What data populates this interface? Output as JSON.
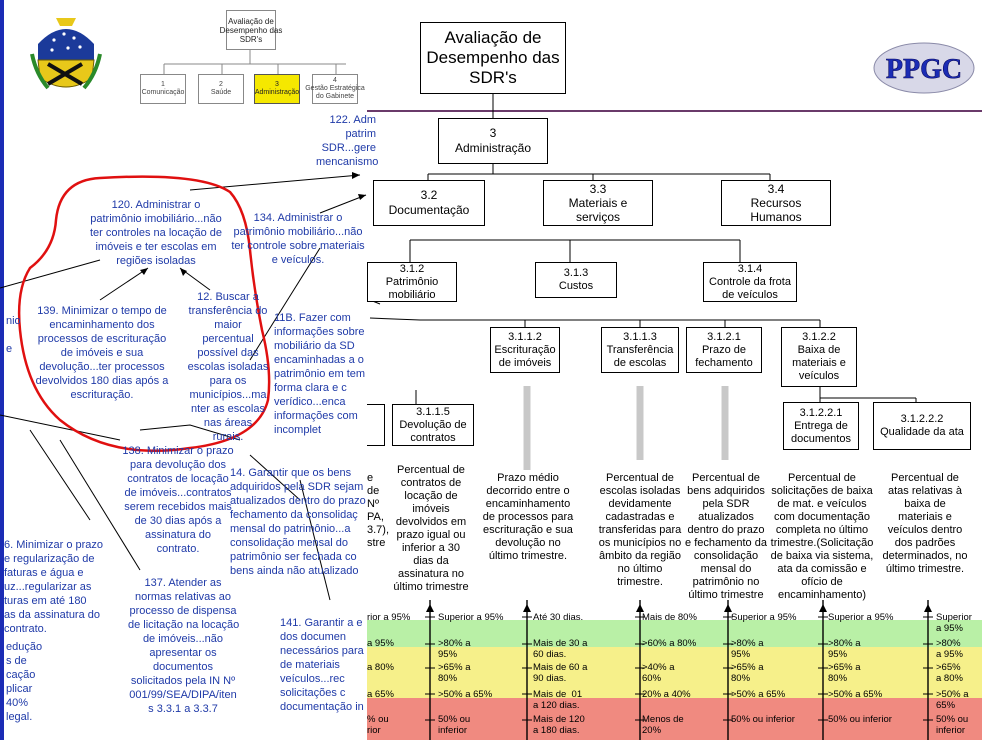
{
  "header": {
    "mini_title": "Avaliação de\nDesempenho das\nSDR's",
    "mini_items": [
      {
        "label": "1\nComunicação",
        "highlight": false
      },
      {
        "label": "2\nSaúde",
        "highlight": false
      },
      {
        "label": "3\nAdministração",
        "highlight": true
      },
      {
        "label": "4\nGestão Estratégica\ndo Gabinete",
        "highlight": false
      }
    ],
    "logo_ppgc": "PPGC"
  },
  "left_panel": {
    "n122": "122. Adm\npatrim\nSDR...gere\nmencanismo",
    "n120": "120. Administrar o\npatrimônio imobiliário...não\nter controles na locação de\nimóveis e ter escolas em\nregiões isoladas",
    "n134": "134. Administrar o\npatrimônio mobiliário...não\nter controle sobre materiais\ne veículos.",
    "n139": "139. Minimizar o tempo de\nencaminhamento dos\nprocessos de escrituração\nde imóveis e sua\ndevolução...ter processos\ndevolvidos 180 dias após a\nescrituração.",
    "n12": "12. Buscar a\ntransferência do\nmaior\npercentual\npossível das\nescolas isoladas\npara os\nmunicípios...ma\nnter as escolas\nnas áreas\nrurais.",
    "n11b": "11B. Fazer com\ninformações sobre\nmobiliário da SD\nencaminhadas a o\npatrimônio em tem\nforma clara e c\nverídico...enca\ninformações com\nincomplet",
    "left_edge_a": "nio\n\ne",
    "n138": "138. Minimizar o prazo\npara devolução dos\ncontratos de locação\nde imóveis...contratos\nserem recebidos mais\nde 30 dias após a\nassinatura do\ncontrato.",
    "n14": "14. Garantir que os bens\nadquiridos pela SDR sejam\natualizados dentro do prazo\nfechamento da consolidaç\nmensal do patrimônio...a\nconsolidação mensal do\npatrimônio ser fechada co\nbens ainda não atualizado",
    "n6": "6. Minimizar o prazo\ne regularização de\nfaturas e água e\nuz...regularizar as\nturas em até 180\nas da assinatura do\ncontrato.",
    "n137": "137. Atender as\nnormas relativas ao\nprocesso de dispensa\nde licitação na locação\nde imóveis...não\napresentar os\ndocumentos\nsolicitados pela IN Nº\n001/99/SEA/DIPA/iten\ns 3.3.1 a 3.3.7",
    "n141": "141. Garantir a e\ndos documen\nnecessários para\nde materiais\nveículos...rec\nsolicitações c\ndocumentação in",
    "left_edge_b": "edução\ns de\ncação\nplicar\n40%\nlegal."
  },
  "tree": {
    "root": "Avaliação de\nDesempenho das\nSDR's",
    "admin": "3\nAdministração",
    "n32": "3.2\nDocumentação",
    "n33": "3.3\nMateriais e\nserviços",
    "n34": "3.4\nRecursos\nHumanos",
    "n312": "3.1.2\nPatrimônio\nmobiliário",
    "n313": "3.1.3\nCustos",
    "n314": "3.1.4\nControle da frota\nde veículos",
    "n3112": "3.1.1.2\nEscrituração\nde imóveis",
    "n3113": "3.1.1.3\nTransferência\nde escolas",
    "n3121": "3.1.2.1\nPrazo de\nfechamento",
    "n3122": "3.1.2.2\nBaixa de\nmateriais e\nveículos",
    "n31115": "3.1.1.5\nDevolução de\ncontratos",
    "n31221": "3.1.2.2.1\nEntrega de\ndocumentos",
    "n31222": "3.1.2.2.2\nQualidade da ata"
  },
  "descriptors": {
    "d0": "e\nde\nNº\nPA,\n3.7),\nstre",
    "d31115": "Percentual de\ncontratos de\nlocação de\nimóveis\ndevolvidos em\nprazo igual ou\ninferior a 30\ndias da\nassinatura no\núltimo trimestre",
    "d3112": "Prazo médio\ndecorrido entre o\nencaminhamento\nde processos para\nescrituração e sua\ndevolução no\núltimo trimestre.",
    "d3113": "Percentual de\nescolas isoladas\ndevidamente\ncadastradas e\ntransferidas para\nos municípios no\nâmbito da região\nno último\ntrimestre.",
    "d3121": "Percentual de\nbens adquiridos\npela SDR\natualizados\ndentro do prazo\ne fechamento da\nconsolidação\nmensal do\npatrimônio no\núltimo trimestre",
    "d31221": "Percentual de\nsolicitações de baixa\nde mat. e veículos\ncom documentação\ncompleta no último\ntrimestre.(Solicitação\nde baixa via sistema,\nata da comissão e\nofício de\nencaminhamento)",
    "d31222": "Percentual de\natas relativas à\nbaixa de\nmateriais e\nveículos dentro\ndos padrões\ndeterminados, no\núltimo trimestre."
  },
  "scales": {
    "col0": [
      "rior a 95%",
      "a 95%",
      "a 80%",
      "a 65%",
      "% ou\nrior"
    ],
    "col1": [
      "Superior a 95%",
      ">80% a\n95%",
      ">65% a\n80%",
      ">50% a 65%",
      "50% ou\ninferior"
    ],
    "col2": [
      "Até 30 dias.",
      "Mais de 30 a\n60 dias.",
      "Mais de 60 a\n90 dias.",
      "Mais de  01\na 120 dias.",
      "Mais de 120\na 180 dias."
    ],
    "col3": [
      "Mais de 80%",
      ">60% a 80%",
      ">40% a\n60%",
      "20% a 40%",
      "Menos de\n20%"
    ],
    "col4": [
      "Superior a 95%",
      ">80% a\n95%",
      ">65% a\n80%",
      ">50% a 65%",
      "50% ou inferior"
    ],
    "col5": [
      "Superior a 95%",
      ">80% a\n95%",
      ">65% a\n80%",
      ">50% a 65%",
      "50% ou inferior"
    ],
    "col6": [
      "Superior\na 95%",
      ">80%\na 95%",
      ">65%\na 80%",
      ">50% a\n65%",
      "50% ou\ninferior"
    ]
  },
  "colors": {
    "band_green": "#b9f0a6",
    "band_yellow": "#f6f08a",
    "band_red": "#f08a80",
    "text_blue": "#1f3aa8",
    "red_outline": "#e01010",
    "divider": "#6a3a6a"
  }
}
